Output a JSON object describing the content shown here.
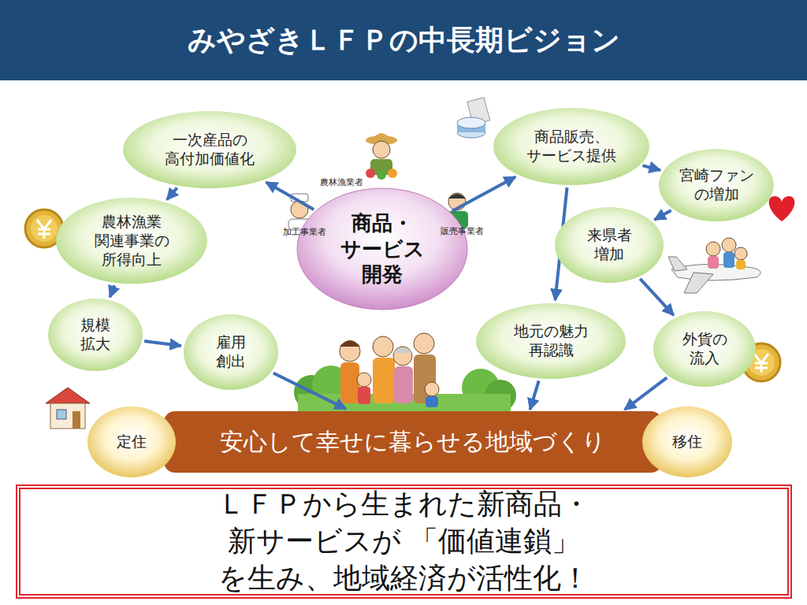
{
  "diagram": {
    "title": "みやざきＬＦＰの中長期ビジョン",
    "caption": "ＬＦＰから生まれた新商品・新サービスが 「価値連鎖」を生み、地域経済が活性化！",
    "nodes": [
      {
        "text": [
          "商品・ サービス 開発"
        ]
      },
      {
        "text": [
          "一次産品の 高付加価値化"
        ]
      },
      {
        "text": [
          "農林漁業 関連事業の 所得向上"
        ]
      },
      {
        "text": [
          "規模 拡大"
        ]
      },
      {
        "text": [
          "雇用 創出"
        ]
      },
      {
        "text": [
          "商品販売、 サービス提供"
        ]
      },
      {
        "text": [
          "宮崎ファン の増加"
        ]
      },
      {
        "text": [
          "来県者 増加"
        ]
      },
      {
        "text": [
          "地元の魅力 再認識"
        ]
      },
      {
        "text": [
          "外貨の 流入"
        ]
      },
      {
        "text": [
          "安心して幸せに暮らせる地域づくり"
        ]
      },
      {
        "text": [
          "定住"
        ]
      },
      {
        "text": [
          "移住"
        ]
      }
    ],
    "edges": [
      {
        "from": 0,
        "to": 1,
        "arrow": "to"
      },
      {
        "from": 0,
        "to": 5,
        "arrow": "to"
      },
      {
        "from": 1,
        "to": 2,
        "arrow": "to"
      },
      {
        "from": 2,
        "to": 3,
        "arrow": "to"
      },
      {
        "from": 3,
        "to": 4,
        "arrow": "to"
      },
      {
        "from": 4,
        "to": 10,
        "arrow": "to"
      },
      {
        "from": 5,
        "to": 6,
        "arrow": "to"
      },
      {
        "from": 5,
        "to": 8,
        "arrow": "to"
      },
      {
        "from": 6,
        "to": 7,
        "arrow": "to"
      },
      {
        "from": 7,
        "to": 9,
        "arrow": "to"
      },
      {
        "from": 8,
        "to": 10,
        "arrow": "to"
      },
      {
        "from": 9,
        "to": 10,
        "arrow": "to"
      }
    ],
    "labels": [
      "農林漁業者",
      "加工事業者",
      "販売事業者"
    ]
  }
}
